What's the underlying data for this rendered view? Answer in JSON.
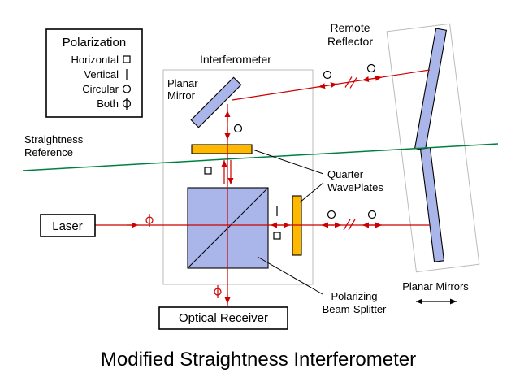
{
  "title": "Modified Straightness Interferometer",
  "legend": {
    "header": "Polarization",
    "items": [
      {
        "label": "Horizontal",
        "symbol": "small-square"
      },
      {
        "label": "Vertical",
        "symbol": "vertical-bar"
      },
      {
        "label": "Circular",
        "symbol": "circle"
      },
      {
        "label": "Both",
        "symbol": "phi"
      }
    ]
  },
  "components": {
    "laser": "Laser",
    "interferometer": "Interferometer",
    "planar_mirror": [
      "Planar",
      "Mirror"
    ],
    "remote_reflector": [
      "Remote",
      "Reflector"
    ],
    "straightness_reference": [
      "Straightness",
      "Reference"
    ],
    "quarter_waveplates": [
      "Quarter",
      "WavePlates"
    ],
    "polarizing_beam_splitter": [
      "Polarizing",
      "Beam-Splitter"
    ],
    "optical_receiver": "Optical Receiver",
    "planar_mirrors": "Planar Mirrors"
  },
  "colors": {
    "beam": "#cc0000",
    "reference_line": "#008040",
    "optic_fill": "#aab6ea",
    "waveplate_fill": "#ffb800",
    "outline": "#bbbbbb",
    "text": "#000000"
  }
}
